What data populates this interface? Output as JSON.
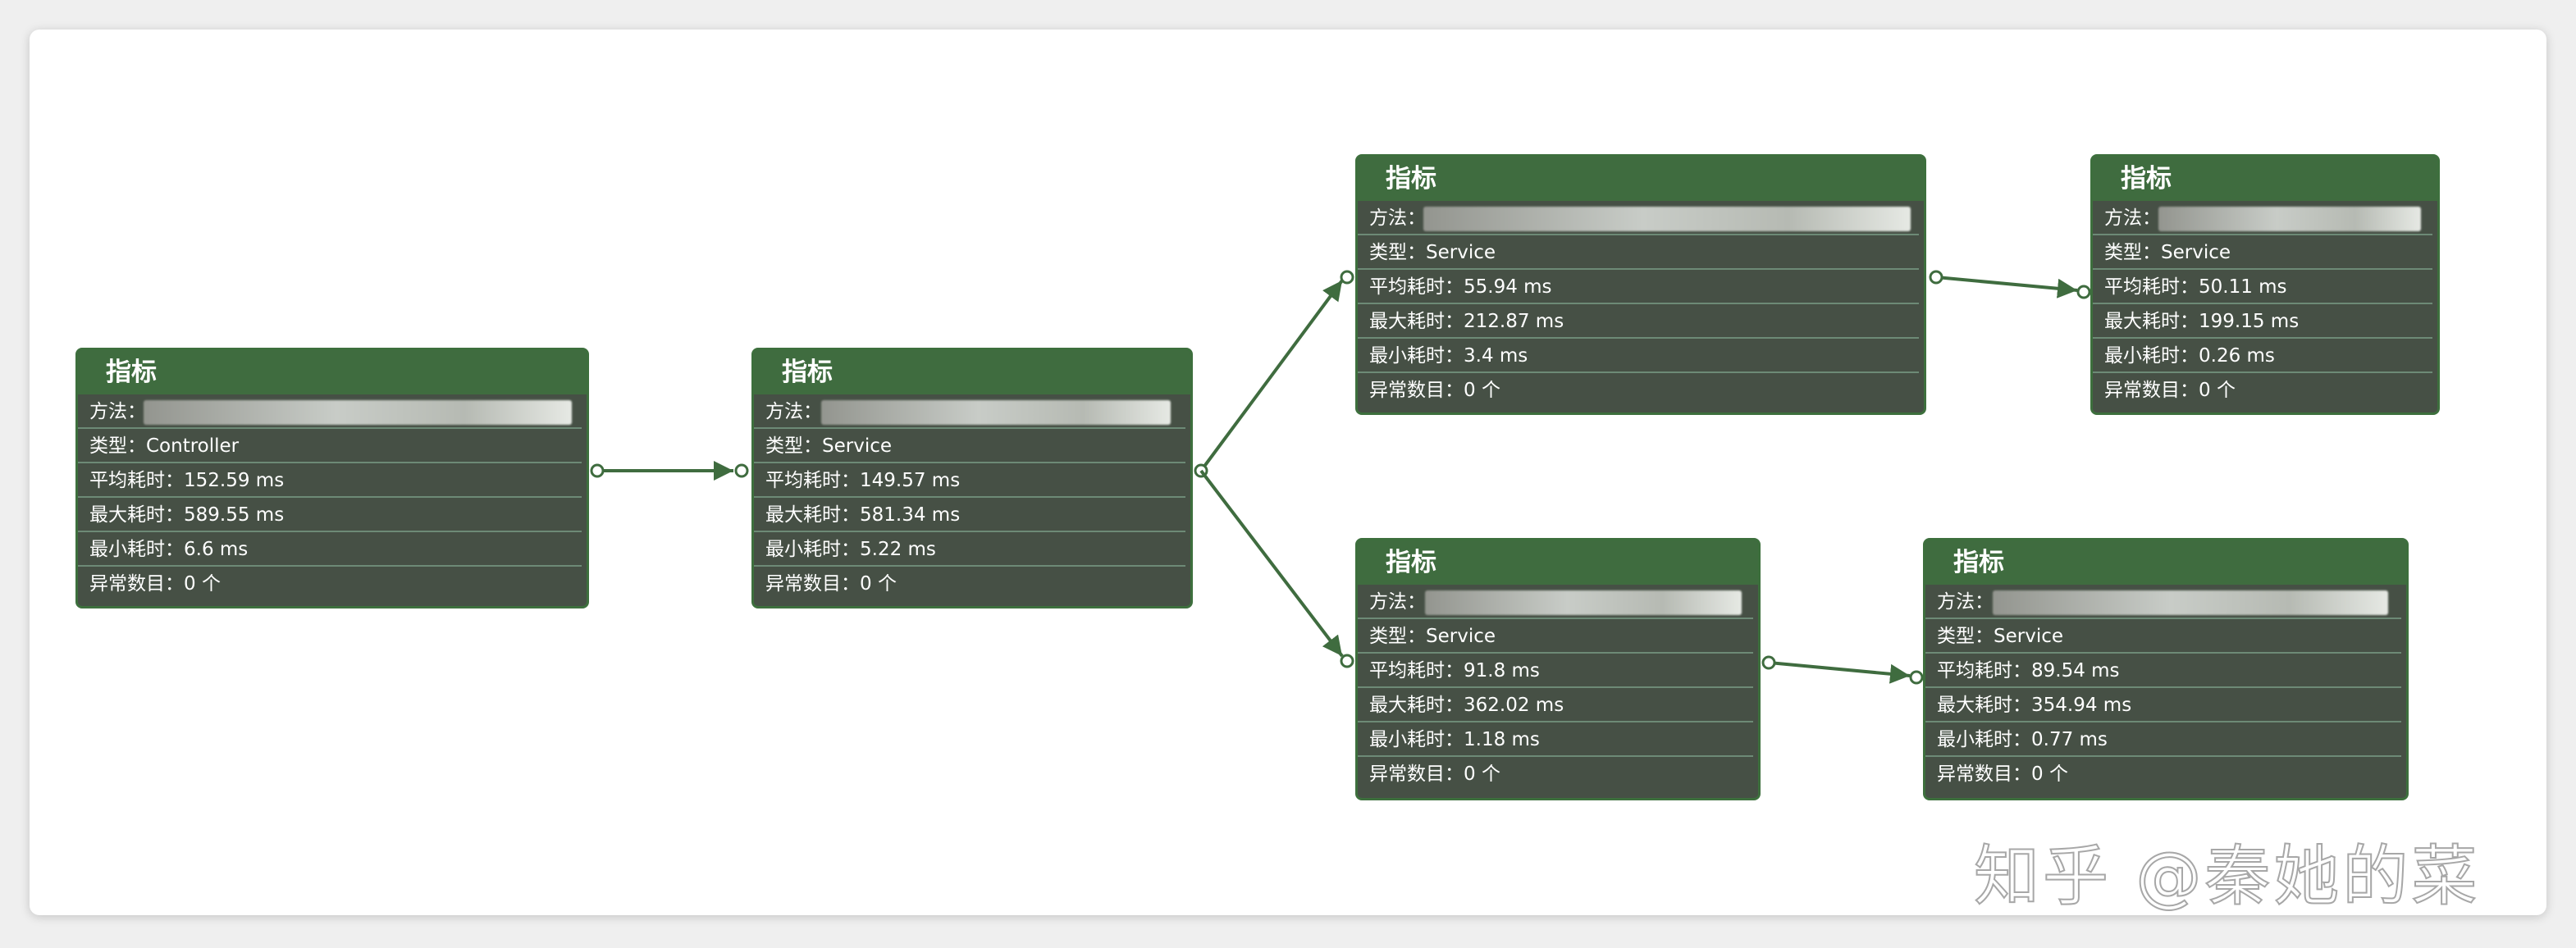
{
  "nodes": [
    {
      "header": "指标",
      "method_label": "方法：",
      "type_row": "类型：Controller",
      "avg_row": "平均耗时：152.59 ms",
      "max_row": "最大耗时：589.55 ms",
      "min_row": "最小耗时：6.6 ms",
      "err_row": "异常数目：0 个"
    },
    {
      "header": "指标",
      "method_label": "方法：",
      "type_row": "类型：Service",
      "avg_row": "平均耗时：149.57 ms",
      "max_row": "最大耗时：581.34 ms",
      "min_row": "最小耗时：5.22 ms",
      "err_row": "异常数目：0 个"
    },
    {
      "header": "指标",
      "method_label": "方法：",
      "type_row": "类型：Service",
      "avg_row": "平均耗时：55.94 ms",
      "max_row": "最大耗时：212.87 ms",
      "min_row": "最小耗时：3.4 ms",
      "err_row": "异常数目：0 个"
    },
    {
      "header": "指标",
      "method_label": "方法：",
      "type_row": "类型：Service",
      "avg_row": "平均耗时：50.11 ms",
      "max_row": "最大耗时：199.15 ms",
      "min_row": "最小耗时：0.26 ms",
      "err_row": "异常数目：0 个"
    },
    {
      "header": "指标",
      "method_label": "方法：",
      "type_row": "类型：Service",
      "avg_row": "平均耗时：91.8 ms",
      "max_row": "最大耗时：362.02 ms",
      "min_row": "最小耗时：1.18 ms",
      "err_row": "异常数目：0 个"
    },
    {
      "header": "指标",
      "method_label": "方法：",
      "type_row": "类型：Service",
      "avg_row": "平均耗时：89.54 ms",
      "max_row": "最大耗时：354.94 ms",
      "min_row": "最小耗时：0.77 ms",
      "err_row": "异常数目：0 个"
    }
  ],
  "watermark": "知乎 @秦她的菜",
  "colors": {
    "card_body": "#465045",
    "card_header": "#3f6c3f",
    "connector": "#3f6c3f"
  }
}
